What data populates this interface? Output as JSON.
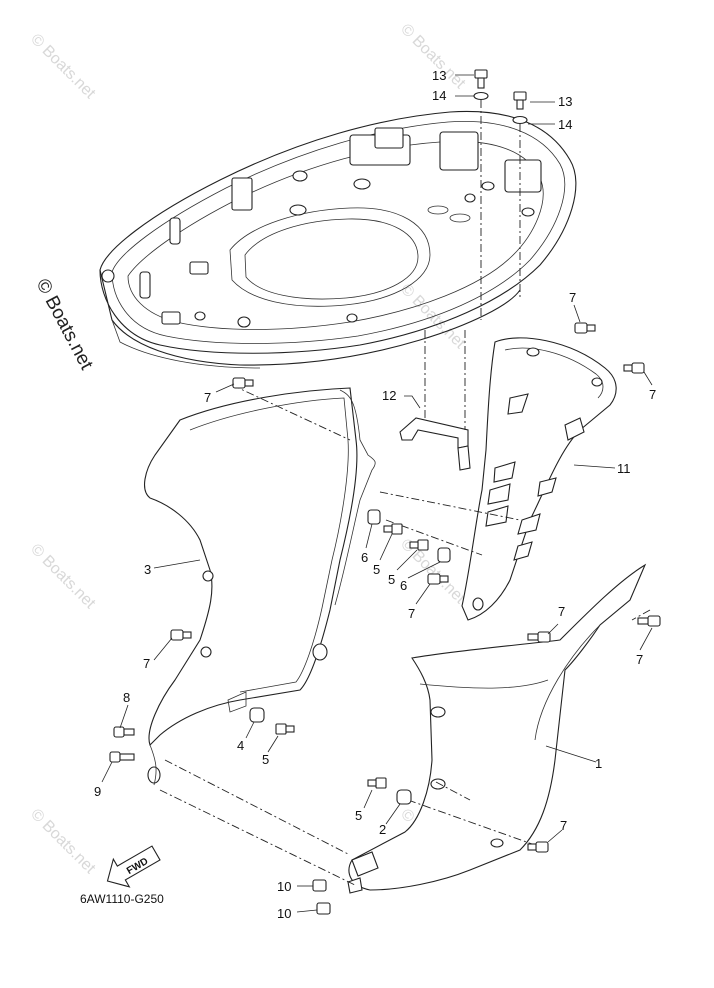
{
  "diagram": {
    "watermark_text": "© Boats.net",
    "code": "6AW1110-G250",
    "fwd_label": "FWD",
    "callouts": {
      "c13a": "13",
      "c14a": "14",
      "c13b": "13",
      "c14b": "14",
      "c7a": "7",
      "c7b": "7",
      "c7c": "7",
      "c7d": "7",
      "c7e": "7",
      "c7f": "7",
      "c7g": "7",
      "c12": "12",
      "c11": "11",
      "c3": "3",
      "c6a": "6",
      "c5a": "5",
      "c5b": "5",
      "c6b": "6",
      "c8": "8",
      "c9": "9",
      "c4": "4",
      "c5c": "5",
      "c1": "1",
      "c5d": "5",
      "c2": "2",
      "c10a": "10",
      "c10b": "10"
    }
  }
}
